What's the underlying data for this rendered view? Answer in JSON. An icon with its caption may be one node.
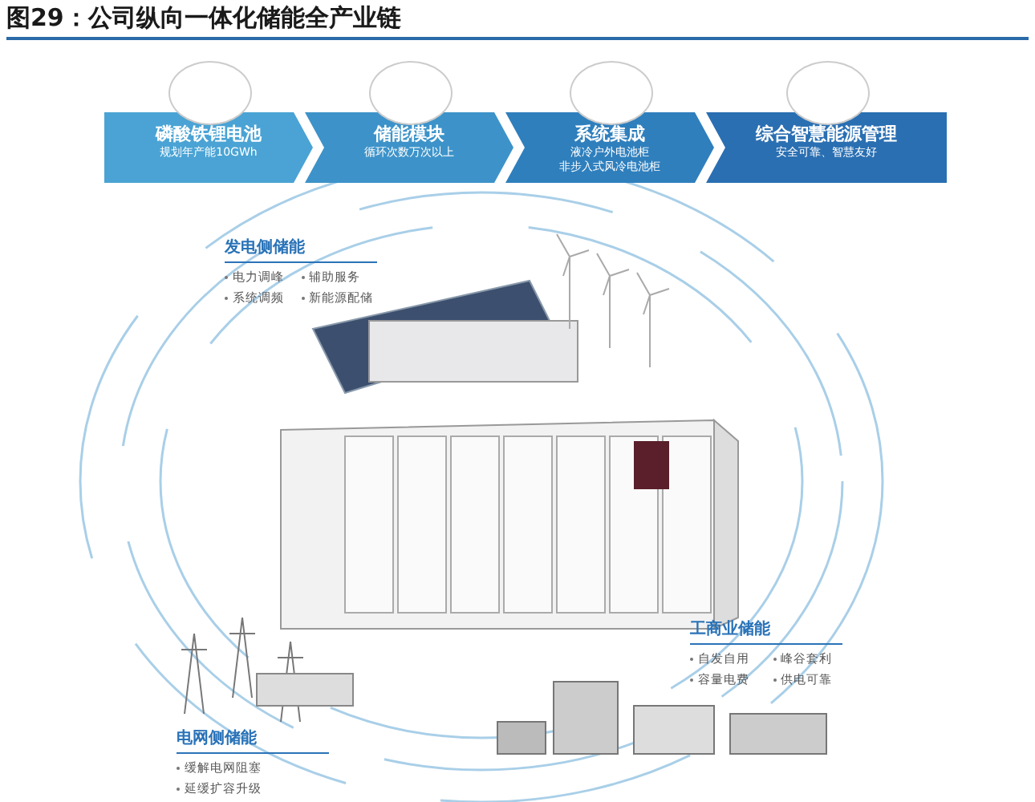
{
  "diagram": {
    "title": "图29：公司纵向一体化储能全产业链",
    "nodes": [
      {
        "text": [
          "磷酸铁锂电池",
          "规划年产能10GWh"
        ]
      },
      {
        "text": [
          "储能模块",
          "循环次数万次以上"
        ]
      },
      {
        "text": [
          "系统集成",
          "液冷户外电池柜",
          "非步入式风冷电池柜"
        ]
      },
      {
        "text": [
          "综合智慧能源管理",
          "安全可靠、智慧友好"
        ]
      },
      {
        "text": [
          "发电侧储能",
          "电力调峰",
          "辅助服务",
          "系统调频",
          "新能源配储"
        ]
      },
      {
        "text": [
          "工商业储能",
          "自发自用",
          "峰谷套利",
          "容量电费",
          "供电可靠"
        ]
      },
      {
        "text": [
          "电网侧储能",
          "缓解电网阻塞",
          "延缓扩容升级"
        ]
      }
    ]
  }
}
